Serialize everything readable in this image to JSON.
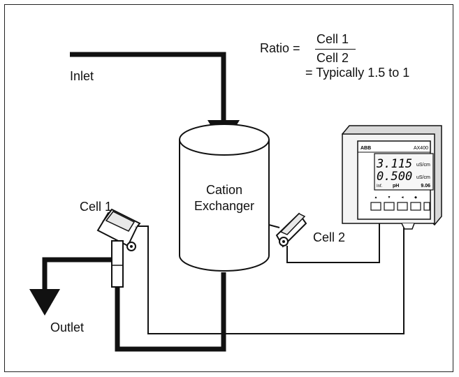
{
  "labels": {
    "inlet": "Inlet",
    "outlet": "Outlet",
    "vessel_line1": "Cation",
    "vessel_line2": "Exchanger",
    "cell1": "Cell 1",
    "cell2": "Cell 2"
  },
  "ratio": {
    "lhs": "Ratio =",
    "numerator": "Cell 1",
    "denominator": "Cell 2",
    "typical": "= Typically 1.5 to 1"
  },
  "analyzer": {
    "brand": "ABB",
    "model": "AX400",
    "reading1_value": "3.115",
    "reading1_unit": "uS/cm",
    "reading2_value": "0.500",
    "reading2_unit": "uS/cm",
    "status_left": "Inf.",
    "status_mid": "pH",
    "status_right": "9.06"
  }
}
